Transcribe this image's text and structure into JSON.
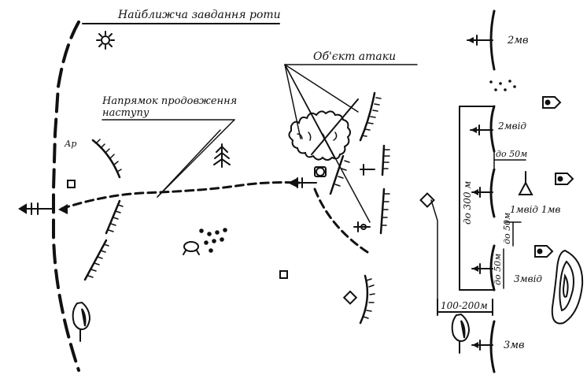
{
  "labels": {
    "nearest_task": "Найближча завдання роти",
    "attack_object": "Об'єкт атаки",
    "advance_direction_1": "Напрямок продовження",
    "advance_direction_2": "наступу",
    "platoon_2": "2мв",
    "squad_2": "2мвід",
    "squad_1": "1мвід 1мв",
    "squad_3": "3мвід",
    "platoon_3": "3мв",
    "dist_300": "до 300 м",
    "dist_50_a": "до 50м",
    "dist_50_b": "до 50м",
    "dist_50_c": "до 50м",
    "dist_range": "100-200м",
    "marker_left": "Ар"
  },
  "colors": {
    "ink": "#111111",
    "paper": "#ffffff"
  }
}
